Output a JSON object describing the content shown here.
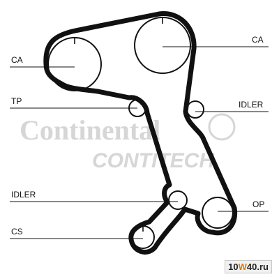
{
  "diagram": {
    "labels": {
      "ca_left": "CA",
      "ca_right": "CA",
      "tp": "TP",
      "idler_right": "IDLER",
      "idler_left": "IDLER",
      "op": "OP",
      "cs": "CS"
    }
  },
  "watermark": {
    "continental": "Continental",
    "contitech": "CONTITECH"
  },
  "badge": {
    "prefix": "10",
    "w": "W",
    "suffix": "40.ru"
  },
  "colors": {
    "belt": "#111111",
    "watermark": "#d6d6d6",
    "badge_accent": "#e07a00"
  }
}
